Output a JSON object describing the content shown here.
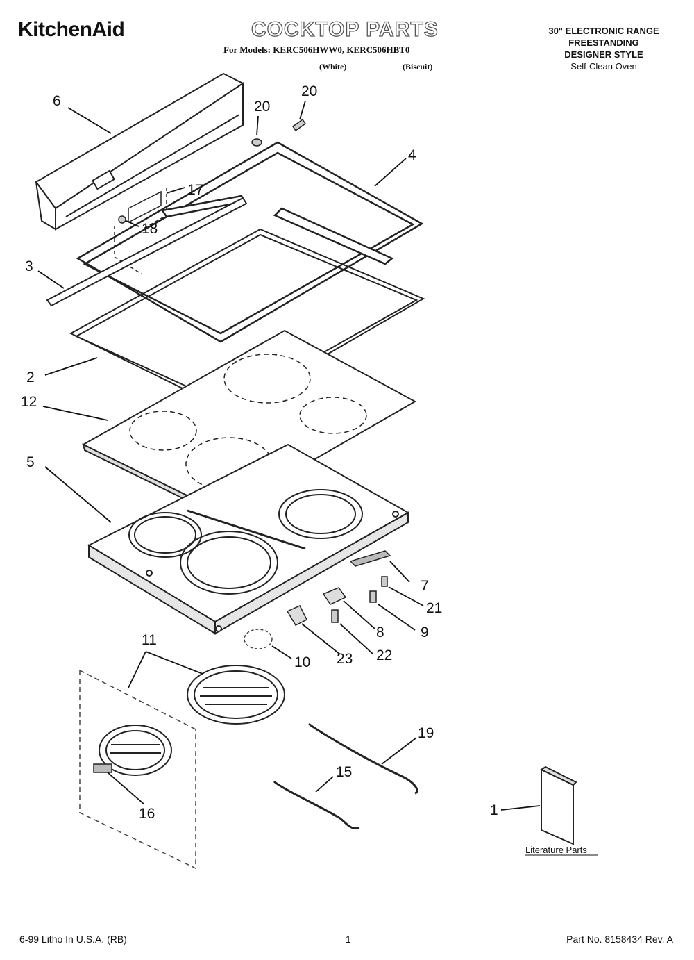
{
  "header": {
    "brand": "KitchenAid",
    "title": "COCKTOP PARTS",
    "models_line": "For Models: KERC506HWW0, KERC506HBT0",
    "color_1": "(White)",
    "color_2": "(Biscuit)",
    "product_line_1": "30\" ELECTRONIC RANGE",
    "product_line_2": "FREESTANDING",
    "product_line_3": "DESIGNER STYLE",
    "product_line_4": "Self-Clean Oven"
  },
  "callouts": {
    "c1": "1",
    "c2": "2",
    "c3": "3",
    "c4": "4",
    "c5": "5",
    "c6": "6",
    "c7": "7",
    "c8": "8",
    "c9": "9",
    "c10": "10",
    "c11": "11",
    "c12": "12",
    "c15": "15",
    "c16": "16",
    "c17": "17",
    "c18": "18",
    "c19": "19",
    "c20a": "20",
    "c20b": "20",
    "c21": "21",
    "c22": "22",
    "c23": "23"
  },
  "literature_label": "Literature Parts",
  "footer": {
    "left": "6-99 Litho In U.S.A. (RB)",
    "page": "1",
    "right": "Part No. 8158434 Rev. A"
  }
}
